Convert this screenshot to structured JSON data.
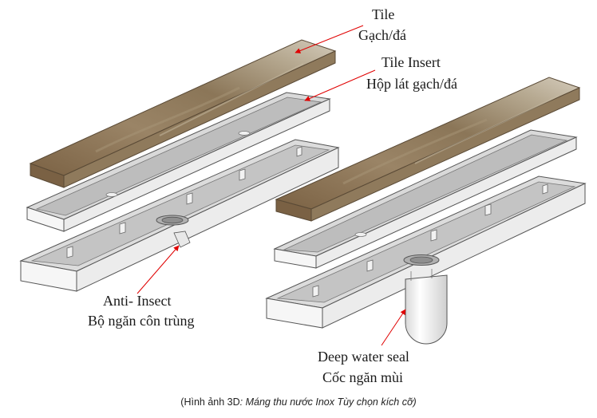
{
  "labels": {
    "tile": {
      "en": "Tile",
      "vi": "Gạch/đá"
    },
    "tile_insert": {
      "en": "Tile Insert",
      "vi": "Hộp lát gạch/đá"
    },
    "anti_insect": {
      "en": "Anti- Insect",
      "vi": "Bộ ngăn côn trùng"
    },
    "deep_water_seal": {
      "en": "Deep water seal",
      "vi": "Cốc ngăn mùi"
    }
  },
  "caption": {
    "prefix": "(Hình ảnh 3D",
    "suffix": ": Máng thu nước Inox Tùy chọn kích cỡ)"
  },
  "colors": {
    "steel_light": "#f4f4f4",
    "steel_mid": "#cfcfcf",
    "steel_dark": "#a9a9a9",
    "tile": "#8a7456",
    "pointer": "#e00000"
  }
}
